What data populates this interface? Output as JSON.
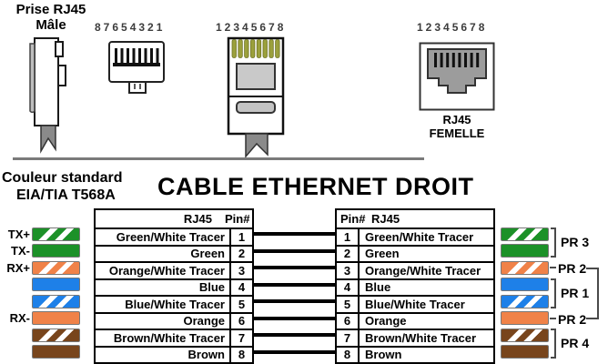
{
  "top": {
    "male_label": {
      "line1": "Prise RJ45",
      "line2": "Mâle"
    },
    "rear_view_pin_numbers": "87654321",
    "front_view_pin_numbers": "12345678",
    "female_pin_numbers": "12345678",
    "female_label": {
      "line1": "RJ45",
      "line2": "FEMELLE"
    }
  },
  "standard_label": {
    "line1": "Couleur standard",
    "line2": "EIA/TIA T568A"
  },
  "title": "CABLE ETHERNET DROIT",
  "left_table": {
    "header_name": "RJ45",
    "header_pin": "Pin#"
  },
  "right_table": {
    "header_pin": "Pin#",
    "header_name": "RJ45"
  },
  "rows": [
    {
      "signal": "TX+",
      "name": "Green/White Tracer",
      "pin": "1",
      "color": "#1C9128",
      "striped": true
    },
    {
      "signal": "TX-",
      "name": "Green",
      "pin": "2",
      "color": "#1C9128",
      "striped": false
    },
    {
      "signal": "RX+",
      "name": "Orange/White Tracer",
      "pin": "3",
      "color": "#F08248",
      "striped": true
    },
    {
      "signal": "",
      "name": "Blue",
      "pin": "4",
      "color": "#1E80E8",
      "striped": false
    },
    {
      "signal": "",
      "name": "Blue/White Tracer",
      "pin": "5",
      "color": "#1E80E8",
      "striped": true
    },
    {
      "signal": "RX-",
      "name": "Orange",
      "pin": "6",
      "color": "#F08248",
      "striped": false
    },
    {
      "signal": "",
      "name": "Brown/White Tracer",
      "pin": "7",
      "color": "#78451C",
      "striped": true
    },
    {
      "signal": "",
      "name": "Brown",
      "pin": "8",
      "color": "#78451C",
      "striped": false
    }
  ],
  "pairs": [
    {
      "label": "PR 3",
      "rows": "1-2"
    },
    {
      "label": "PR 2",
      "rows": "3"
    },
    {
      "label": "PR 1",
      "rows": "4-5"
    },
    {
      "label": "PR 2",
      "rows": "6"
    },
    {
      "label": "PR 4",
      "rows": "7-8"
    }
  ],
  "colors": {
    "green": "#1C9128",
    "orange": "#F08248",
    "blue": "#1E80E8",
    "brown": "#78451C",
    "connector_pin_gold": "#9BA03C",
    "jack_gray": "#9C9C9C",
    "ribbon_gray": "#8A8A8A",
    "divider_gray": "#7A7A7A"
  }
}
